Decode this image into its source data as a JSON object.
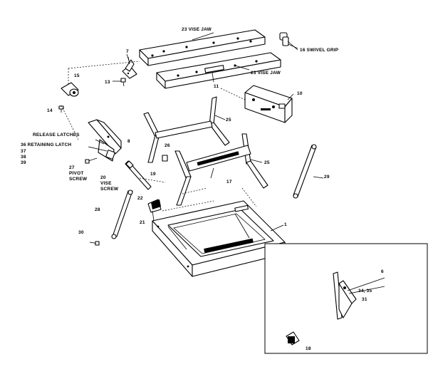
{
  "callouts": [
    {
      "id": "vise_jaw_top",
      "text": "23 VISE JAW"
    },
    {
      "id": "swivel_grip",
      "text": "16 SWIVEL GRIP"
    },
    {
      "id": "c7",
      "text": "7"
    },
    {
      "id": "vise_jaw_lower",
      "text": "23 VISE JAW"
    },
    {
      "id": "c15",
      "text": "15"
    },
    {
      "id": "c13",
      "text": "13"
    },
    {
      "id": "c11",
      "text": "11"
    },
    {
      "id": "c10",
      "text": "10"
    },
    {
      "id": "c14",
      "text": "14"
    },
    {
      "id": "c25a",
      "text": "25"
    },
    {
      "id": "release_latches",
      "text": "RELEASE LATCHES"
    },
    {
      "id": "c8",
      "text": "8"
    },
    {
      "id": "retaining_latch",
      "text": "36 RETAINING LATCH"
    },
    {
      "id": "c37",
      "text": "37"
    },
    {
      "id": "c38",
      "text": "38"
    },
    {
      "id": "c39",
      "text": "39"
    },
    {
      "id": "c26",
      "text": "26"
    },
    {
      "id": "c25b",
      "text": "25"
    },
    {
      "id": "c17",
      "text": "17"
    },
    {
      "id": "c29",
      "text": "29"
    },
    {
      "id": "pivot_screw_num",
      "text": "27"
    },
    {
      "id": "pivot_screw_a",
      "text": "PIVOT"
    },
    {
      "id": "pivot_screw_b",
      "text": "SCREW"
    },
    {
      "id": "c19",
      "text": "19"
    },
    {
      "id": "vise_screw_num",
      "text": "20"
    },
    {
      "id": "vise_screw_a",
      "text": "VISE"
    },
    {
      "id": "vise_screw_b",
      "text": "SCREW"
    },
    {
      "id": "c22",
      "text": "22"
    },
    {
      "id": "c28",
      "text": "28"
    },
    {
      "id": "c21",
      "text": "21"
    },
    {
      "id": "c1",
      "text": "1"
    },
    {
      "id": "c30",
      "text": "30"
    },
    {
      "id": "c6",
      "text": "6"
    },
    {
      "id": "c3435",
      "text": "34, 35"
    },
    {
      "id": "c31",
      "text": "31"
    },
    {
      "id": "c18",
      "text": "18"
    }
  ]
}
